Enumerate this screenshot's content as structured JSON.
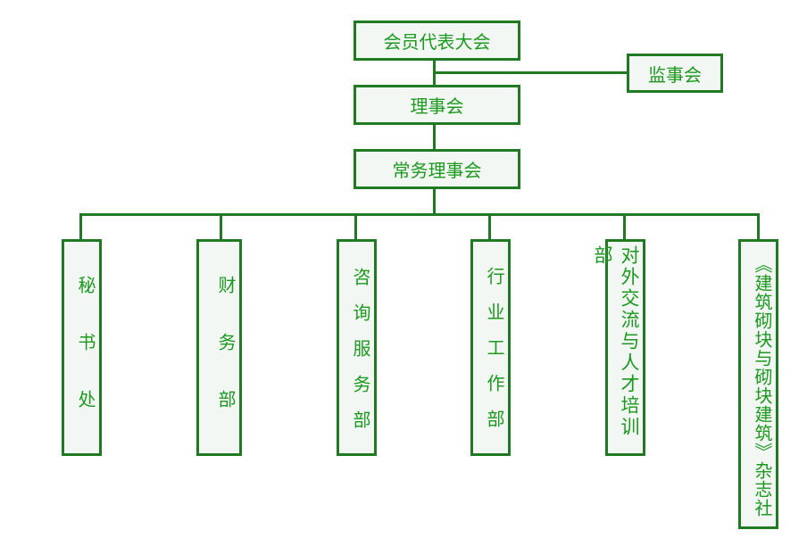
{
  "chart_title": "",
  "nodes": {
    "assembly": "会员代表大会",
    "supervisory": "监事会",
    "council": "理事会",
    "standing_council": "常务理事会",
    "departments": [
      "秘书处",
      "财务部",
      "咨询服务部",
      "行业工作部",
      "对外交流与人才培训部",
      "《建筑砌块与砌块建筑》杂志社"
    ]
  },
  "colors": {
    "border": "#1f7a22",
    "text": "#1b9a1f",
    "fill": "#f3f7f3"
  }
}
